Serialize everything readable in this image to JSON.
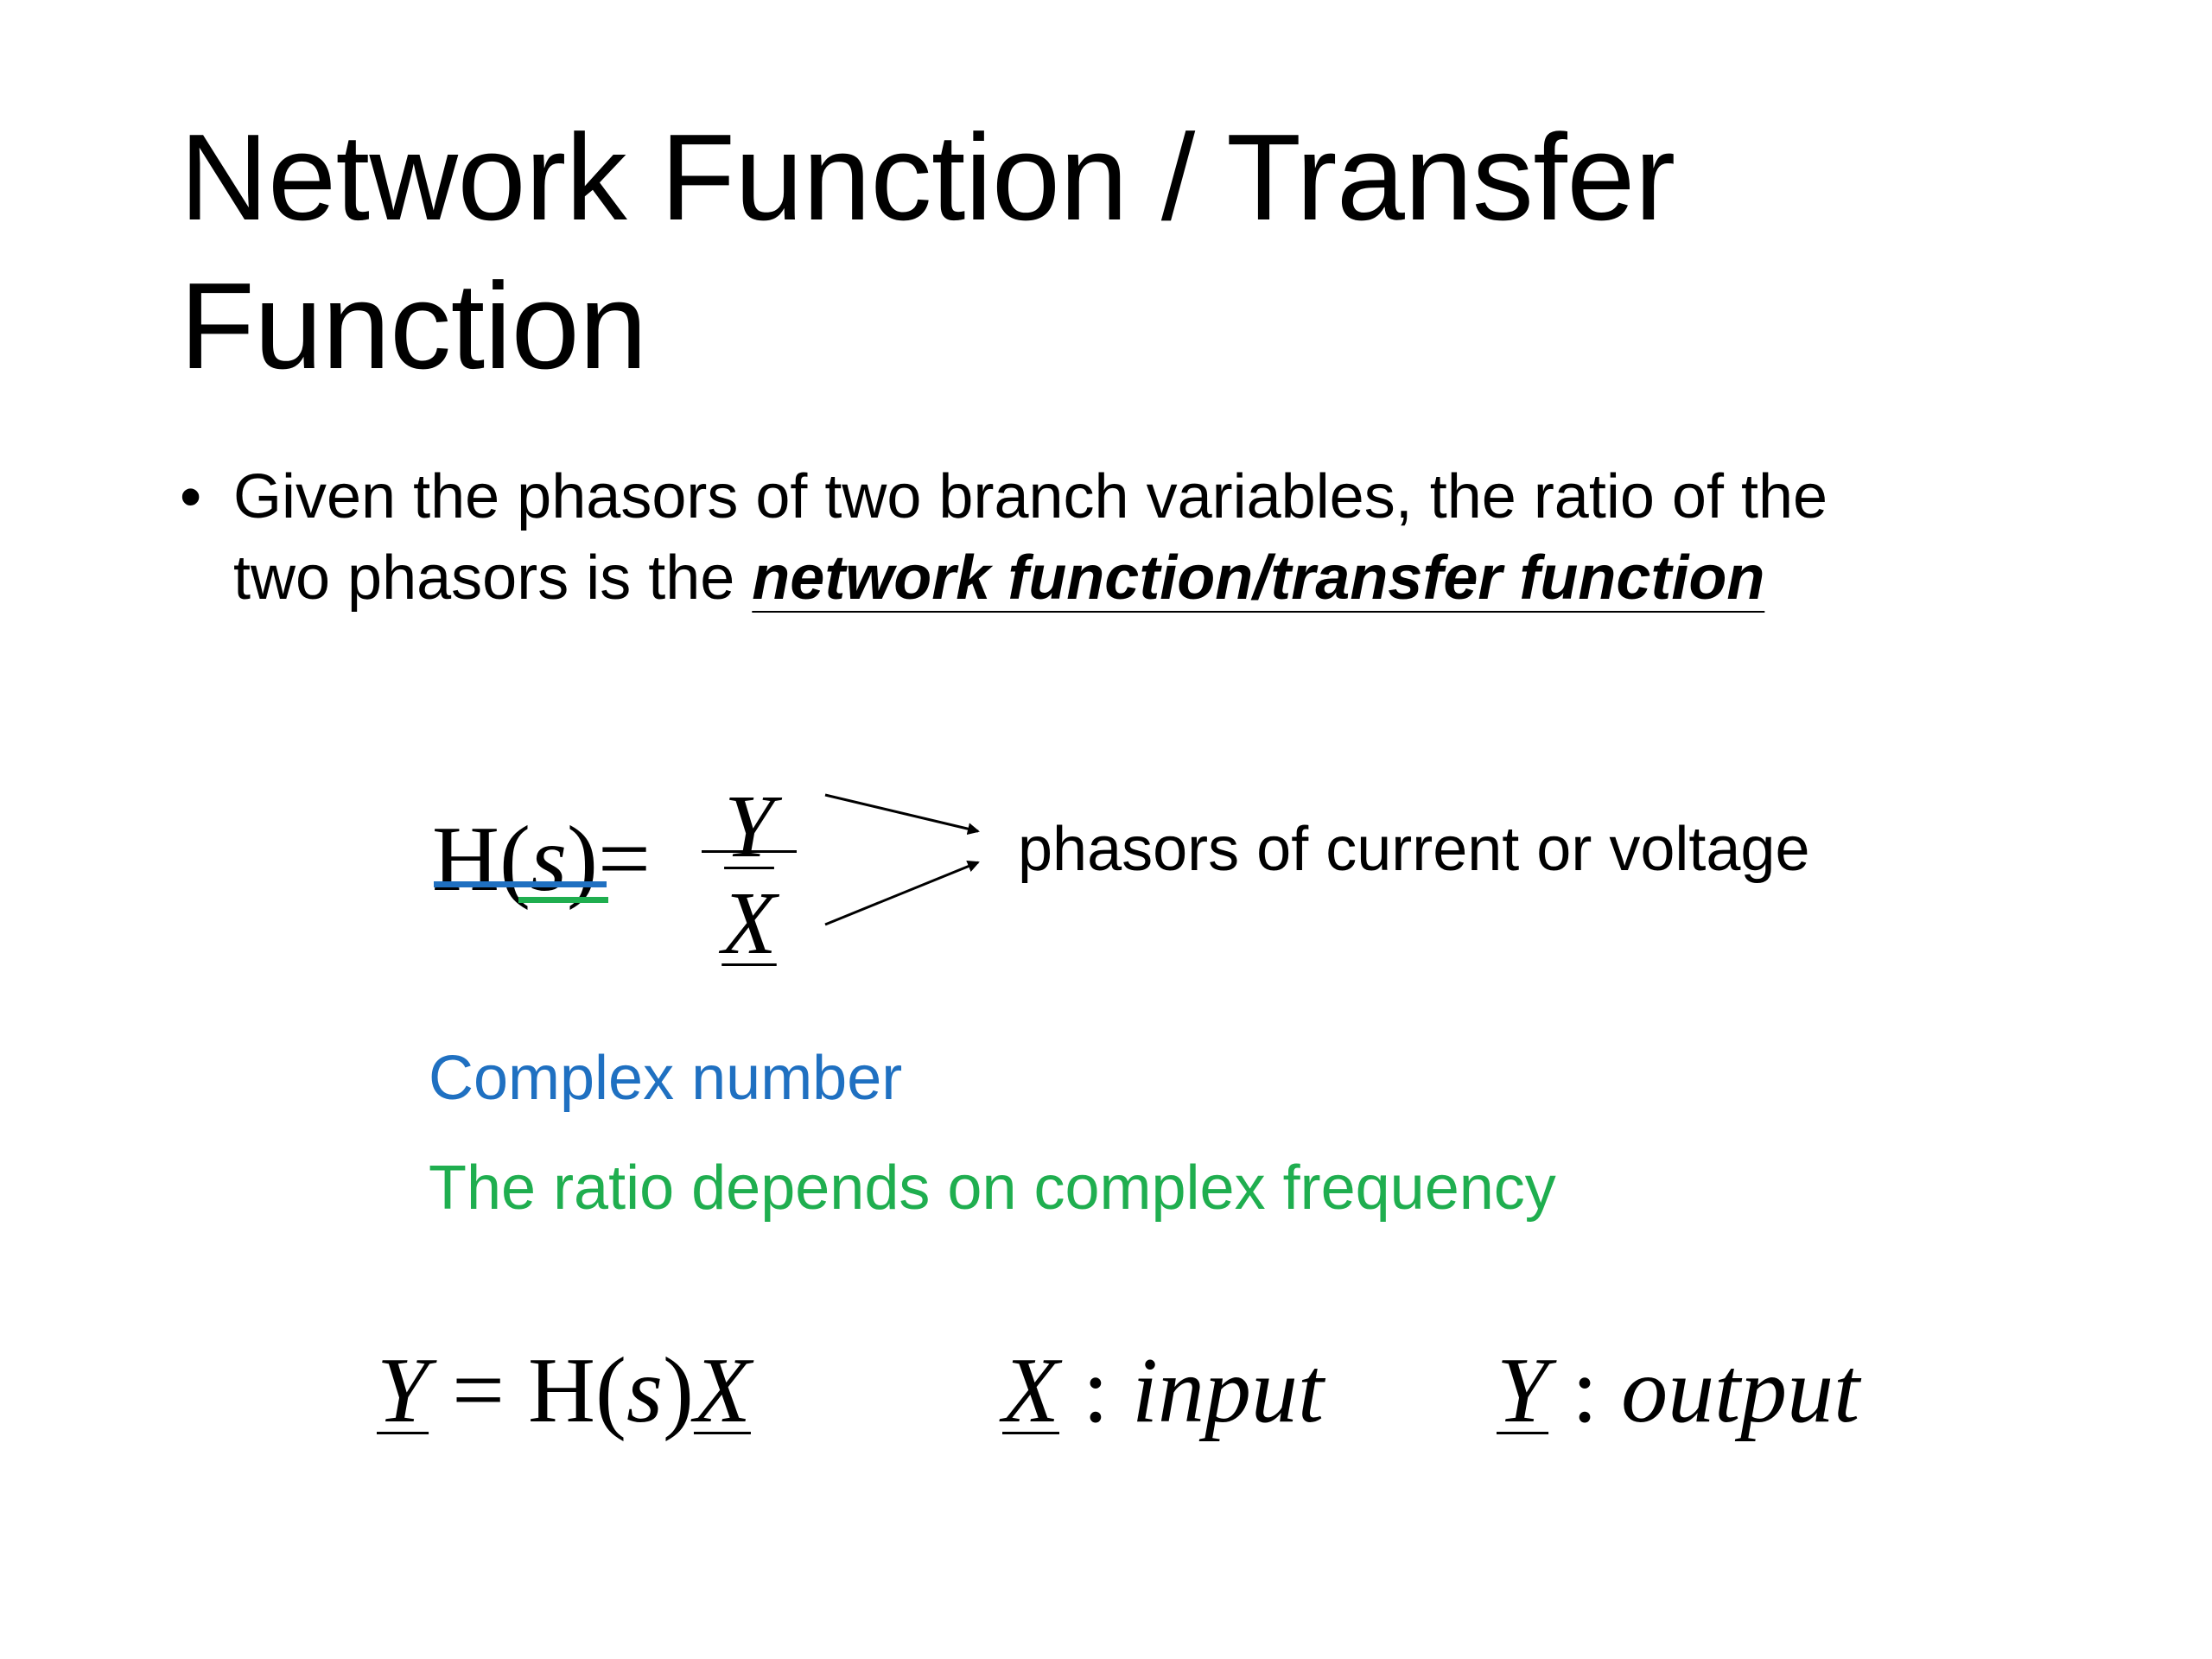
{
  "title": {
    "line1": "Network Function / Transfer",
    "line2": "Function"
  },
  "bullet": {
    "marker": "•",
    "line1": "Given the phasors of two branch variables, the ratio of the",
    "line2_prefix": "two phasors is the ",
    "line2_term": "network function/transfer function"
  },
  "equation_main": {
    "H": "H",
    "open": "(",
    "s": "s",
    "close": ")",
    "equals": "=",
    "numerator": "Y",
    "denominator": "X"
  },
  "annotation": "phasors of current or voltage",
  "labels": {
    "complex_number": "Complex number",
    "complex_frequency": "The ratio depends on complex frequency"
  },
  "equation_output": {
    "Y": "Y",
    "eq": " = H(",
    "s": "s",
    "close": ")",
    "X": "X"
  },
  "def_input": {
    "var": "X",
    "sep": " : ",
    "word": "input"
  },
  "def_output": {
    "var": "Y",
    "sep": " : ",
    "word": "output"
  },
  "colors": {
    "blue": "#1F70C1",
    "green": "#1FAE4F",
    "text": "#000000"
  }
}
